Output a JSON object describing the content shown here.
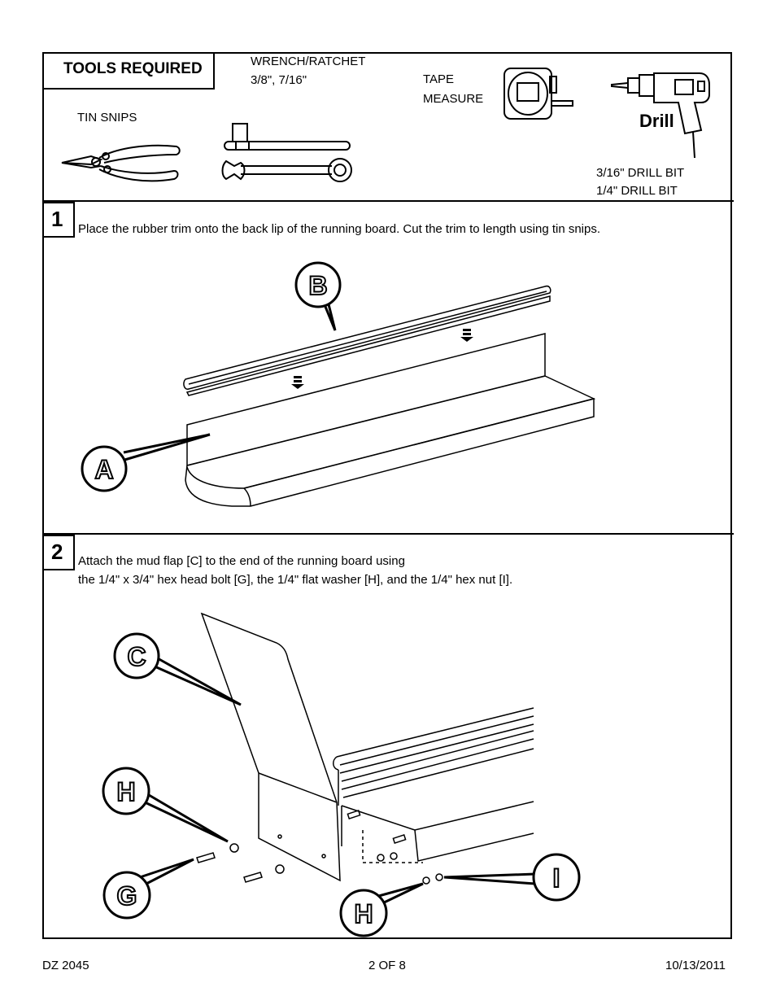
{
  "tools": {
    "heading": "TOOLS REQUIRED",
    "wrench_label_1": "WRENCH/RATCHET",
    "wrench_label_2": "3/8\", 7/16\"",
    "tape_label_1": "TAPE",
    "tape_label_2": "MEASURE",
    "snips_label": "TIN SNIPS",
    "drill_word": "Drill",
    "drill_bit_1": "3/16\"   DRILL BIT",
    "drill_bit_2": "1/4\"   DRILL BIT"
  },
  "step1": {
    "number": "1",
    "instruction": "Place the rubber trim onto the back lip of the running board.  Cut the trim to length using tin snips.",
    "callouts": [
      "A",
      "B"
    ]
  },
  "step2": {
    "number": "2",
    "instruction_1": "Attach the mud flap [C] to the end of the running board using",
    "instruction_2": " the 1/4\" x 3/4\" hex head bolt [G], the 1/4\" flat washer [H], and the 1/4\" hex nut [I].",
    "callouts": [
      "C",
      "H",
      "G",
      "H",
      "I"
    ]
  },
  "footer": {
    "doc_id": "DZ 2045",
    "page": "2 OF 8",
    "date": "10/13/2011"
  }
}
